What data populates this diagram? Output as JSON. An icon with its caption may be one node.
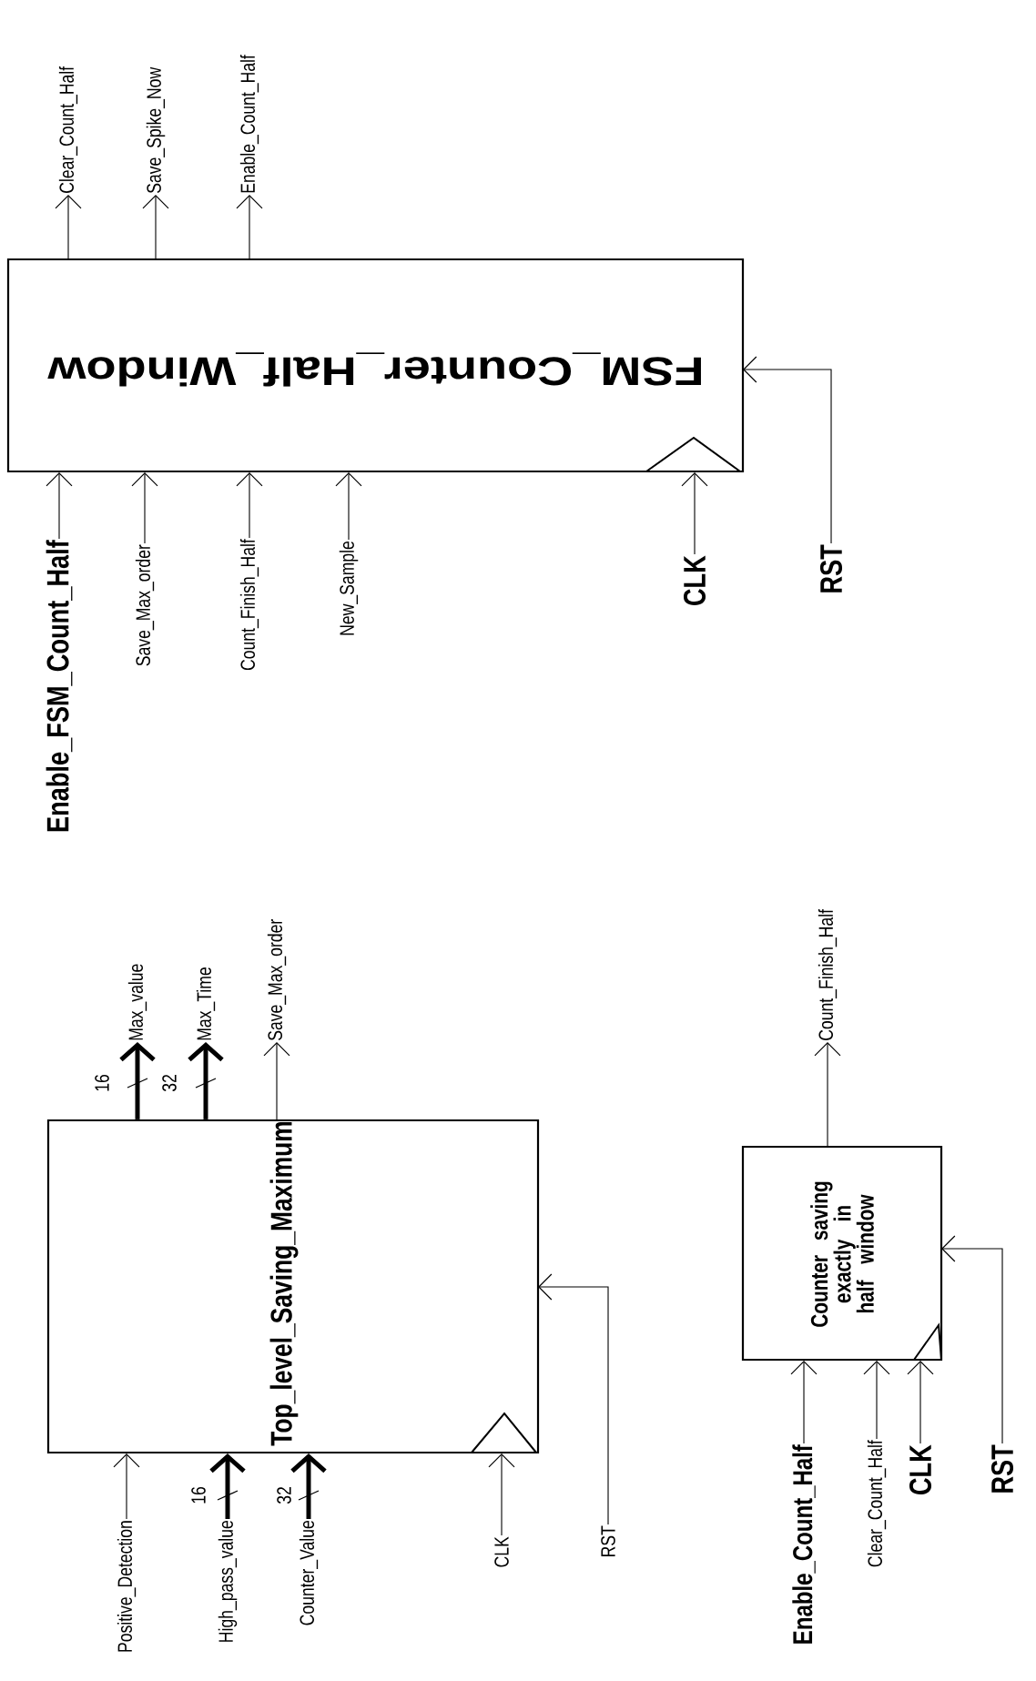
{
  "diagram": {
    "nodes": [
      {
        "text": [
          "FSM_Counter_Half_Window"
        ]
      },
      {
        "text": [
          "Clear_Count_Half"
        ]
      },
      {
        "text": [
          "Save_Spike_Now"
        ]
      },
      {
        "text": [
          "Enable_Count_Half"
        ]
      },
      {
        "text": [
          "Enable_FSM_Count_Half"
        ]
      },
      {
        "text": [
          "Save_Max_order"
        ]
      },
      {
        "text": [
          "Count_Finish_Half"
        ]
      },
      {
        "text": [
          "New_Sample"
        ]
      },
      {
        "text": [
          "CLK"
        ]
      },
      {
        "text": [
          "RST"
        ]
      },
      {
        "text": [
          "Top_level_Saving_Maximum"
        ]
      },
      {
        "text": [
          "Max_value"
        ]
      },
      {
        "text": [
          "Max_Time"
        ]
      },
      {
        "text": [
          "Save_Max_order"
        ]
      },
      {
        "text": [
          "Positive_Detection"
        ]
      },
      {
        "text": [
          "High_pass_value"
        ]
      },
      {
        "text": [
          "Counter_Value"
        ]
      },
      {
        "text": [
          "CLK"
        ]
      },
      {
        "text": [
          "RST"
        ]
      },
      {
        "text": [
          "Counter saving exactly in half window"
        ]
      },
      {
        "text": [
          "Count_Finish_Half"
        ]
      },
      {
        "text": [
          "Enable_Count_Half"
        ]
      },
      {
        "text": [
          "Clear_Count_Half"
        ]
      },
      {
        "text": [
          "CLK"
        ]
      },
      {
        "text": [
          "RST"
        ]
      }
    ],
    "edges": [
      {
        "from": 0,
        "to": 1,
        "arrow": "to"
      },
      {
        "from": 0,
        "to": 2,
        "arrow": "to"
      },
      {
        "from": 0,
        "to": 3,
        "arrow": "to"
      },
      {
        "from": 4,
        "to": 0,
        "arrow": "to"
      },
      {
        "from": 5,
        "to": 0,
        "arrow": "to"
      },
      {
        "from": 6,
        "to": 0,
        "arrow": "to"
      },
      {
        "from": 7,
        "to": 0,
        "arrow": "to"
      },
      {
        "from": 8,
        "to": 0,
        "arrow": "to"
      },
      {
        "from": 9,
        "to": 0,
        "arrow": "to"
      },
      {
        "from": 10,
        "to": 11,
        "arrow": "to",
        "style": "thick"
      },
      {
        "from": 10,
        "to": 12,
        "arrow": "to",
        "style": "thick"
      },
      {
        "from": 10,
        "to": 13,
        "arrow": "to"
      },
      {
        "from": 14,
        "to": 10,
        "arrow": "to"
      },
      {
        "from": 15,
        "to": 10,
        "arrow": "to",
        "style": "thick"
      },
      {
        "from": 16,
        "to": 10,
        "arrow": "to",
        "style": "thick"
      },
      {
        "from": 17,
        "to": 10,
        "arrow": "to"
      },
      {
        "from": 18,
        "to": 10,
        "arrow": "to"
      },
      {
        "from": 19,
        "to": 20,
        "arrow": "to"
      },
      {
        "from": 21,
        "to": 19,
        "arrow": "to"
      },
      {
        "from": 22,
        "to": 19,
        "arrow": "to"
      },
      {
        "from": 23,
        "to": 19,
        "arrow": "to"
      },
      {
        "from": 24,
        "to": 19,
        "arrow": "to"
      }
    ],
    "labels": [
      "16",
      "32",
      "16",
      "32"
    ]
  }
}
